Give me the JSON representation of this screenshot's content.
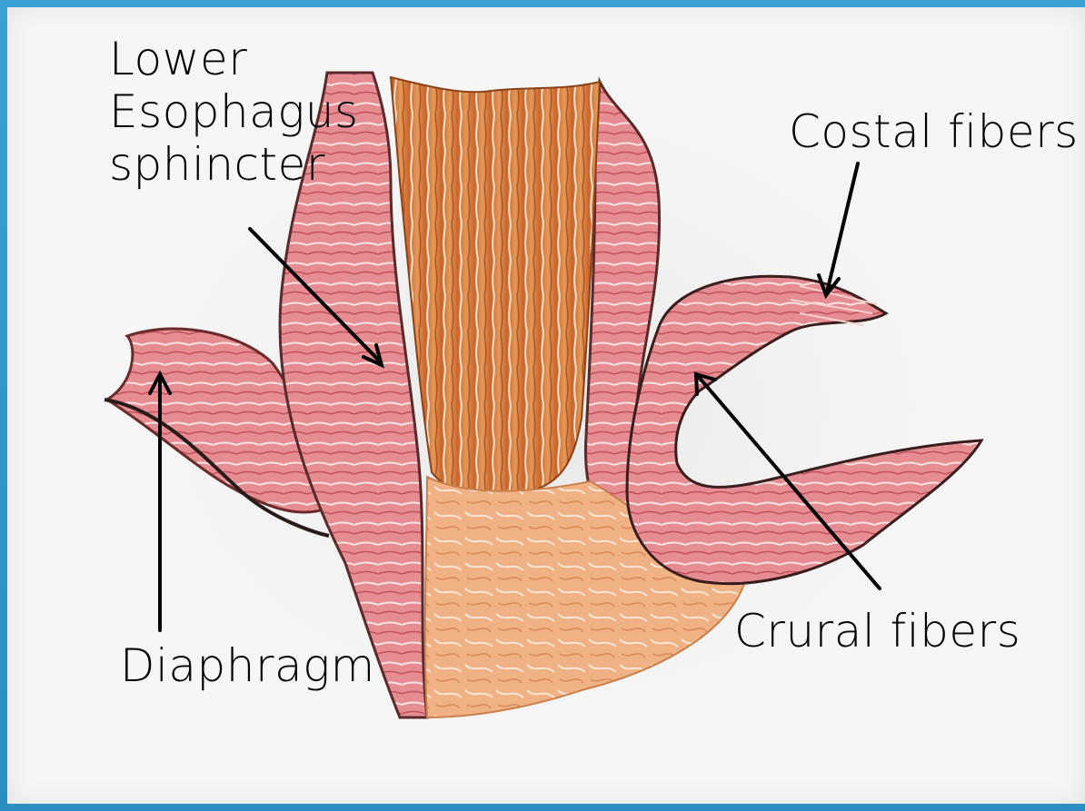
{
  "diagram": {
    "labels": {
      "les": "Lower Esophagus sphincter",
      "costal": "Costal fibers",
      "crural": "Crural fibers",
      "diaphragm": "Diaphragm"
    },
    "colors": {
      "frame": "#2b8fc4",
      "background": "#f6f6f6",
      "esophagus": "#d9823f",
      "muscle": "#e58d92",
      "stomach": "#f0b184",
      "arrow": "#000000"
    }
  }
}
